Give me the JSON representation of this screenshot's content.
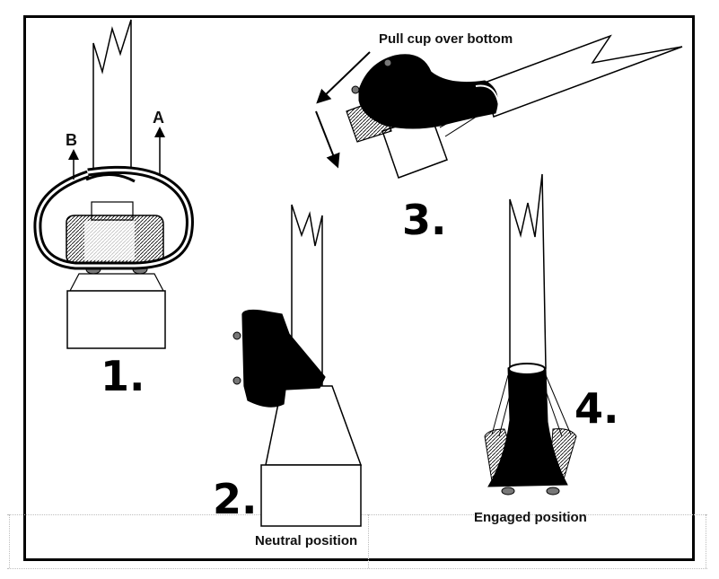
{
  "steps": [
    {
      "number": "1."
    },
    {
      "number": "2.",
      "caption": "Neutral position"
    },
    {
      "number": "3.",
      "caption": "Pull cup over bottom"
    },
    {
      "number": "4.",
      "caption": "Engaged position"
    }
  ],
  "arrows": {
    "a": "A",
    "b": "B"
  }
}
